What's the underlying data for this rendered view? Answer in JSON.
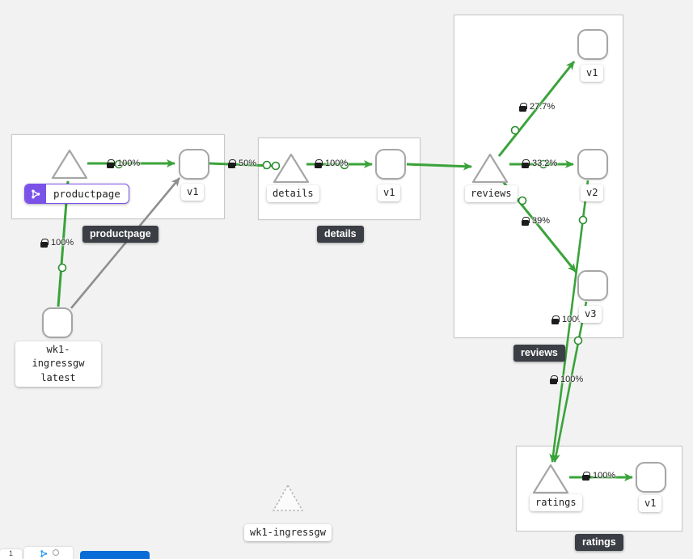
{
  "colors": {
    "edge_green": "#3aa33a",
    "edge_gray": "#8f8f8f",
    "node_border": "#a6a6a6",
    "badge_purple": "#7b52e8",
    "dark_badge_bg": "#3b3e44",
    "primary_blue": "#0a6cd6",
    "canvas_bg": "#f2f2f2"
  },
  "groups": {
    "productpage": {
      "badge": "productpage"
    },
    "details": {
      "badge": "details"
    },
    "reviews": {
      "badge": "reviews"
    },
    "ratings": {
      "badge": "ratings"
    }
  },
  "nodes": {
    "productpage_app": {
      "label": "productpage"
    },
    "productpage_v1": {
      "label": "v1"
    },
    "details_app": {
      "label": "details"
    },
    "details_v1": {
      "label": "v1"
    },
    "reviews_app": {
      "label": "reviews"
    },
    "reviews_v1": {
      "label": "v1"
    },
    "reviews_v2": {
      "label": "v2"
    },
    "reviews_v3": {
      "label": "v3"
    },
    "ratings_app": {
      "label": "ratings"
    },
    "ratings_v1": {
      "label": "v1"
    },
    "ingress_workload": {
      "line1": "wk1-ingressgw",
      "line2": "latest"
    },
    "ingress_idle": {
      "label": "wk1-ingressgw"
    }
  },
  "edges": {
    "ingress_to_productpage": {
      "label": "100%"
    },
    "productpage_to_v1": {
      "label": "100%"
    },
    "v1_to_details": {
      "label": "50%"
    },
    "details_to_v1": {
      "label": "100%"
    },
    "reviews_to_v1": {
      "label": "27.7%"
    },
    "reviews_to_v2": {
      "label": "33.2%"
    },
    "reviews_to_v3": {
      "label": "39%"
    },
    "v2_to_ratings": {
      "label": "100%"
    },
    "v3_to_ratings": {
      "label": "100%"
    },
    "ratings_to_v1": {
      "label": "100%"
    }
  },
  "toolbar": {
    "zoom_chip": "1"
  }
}
